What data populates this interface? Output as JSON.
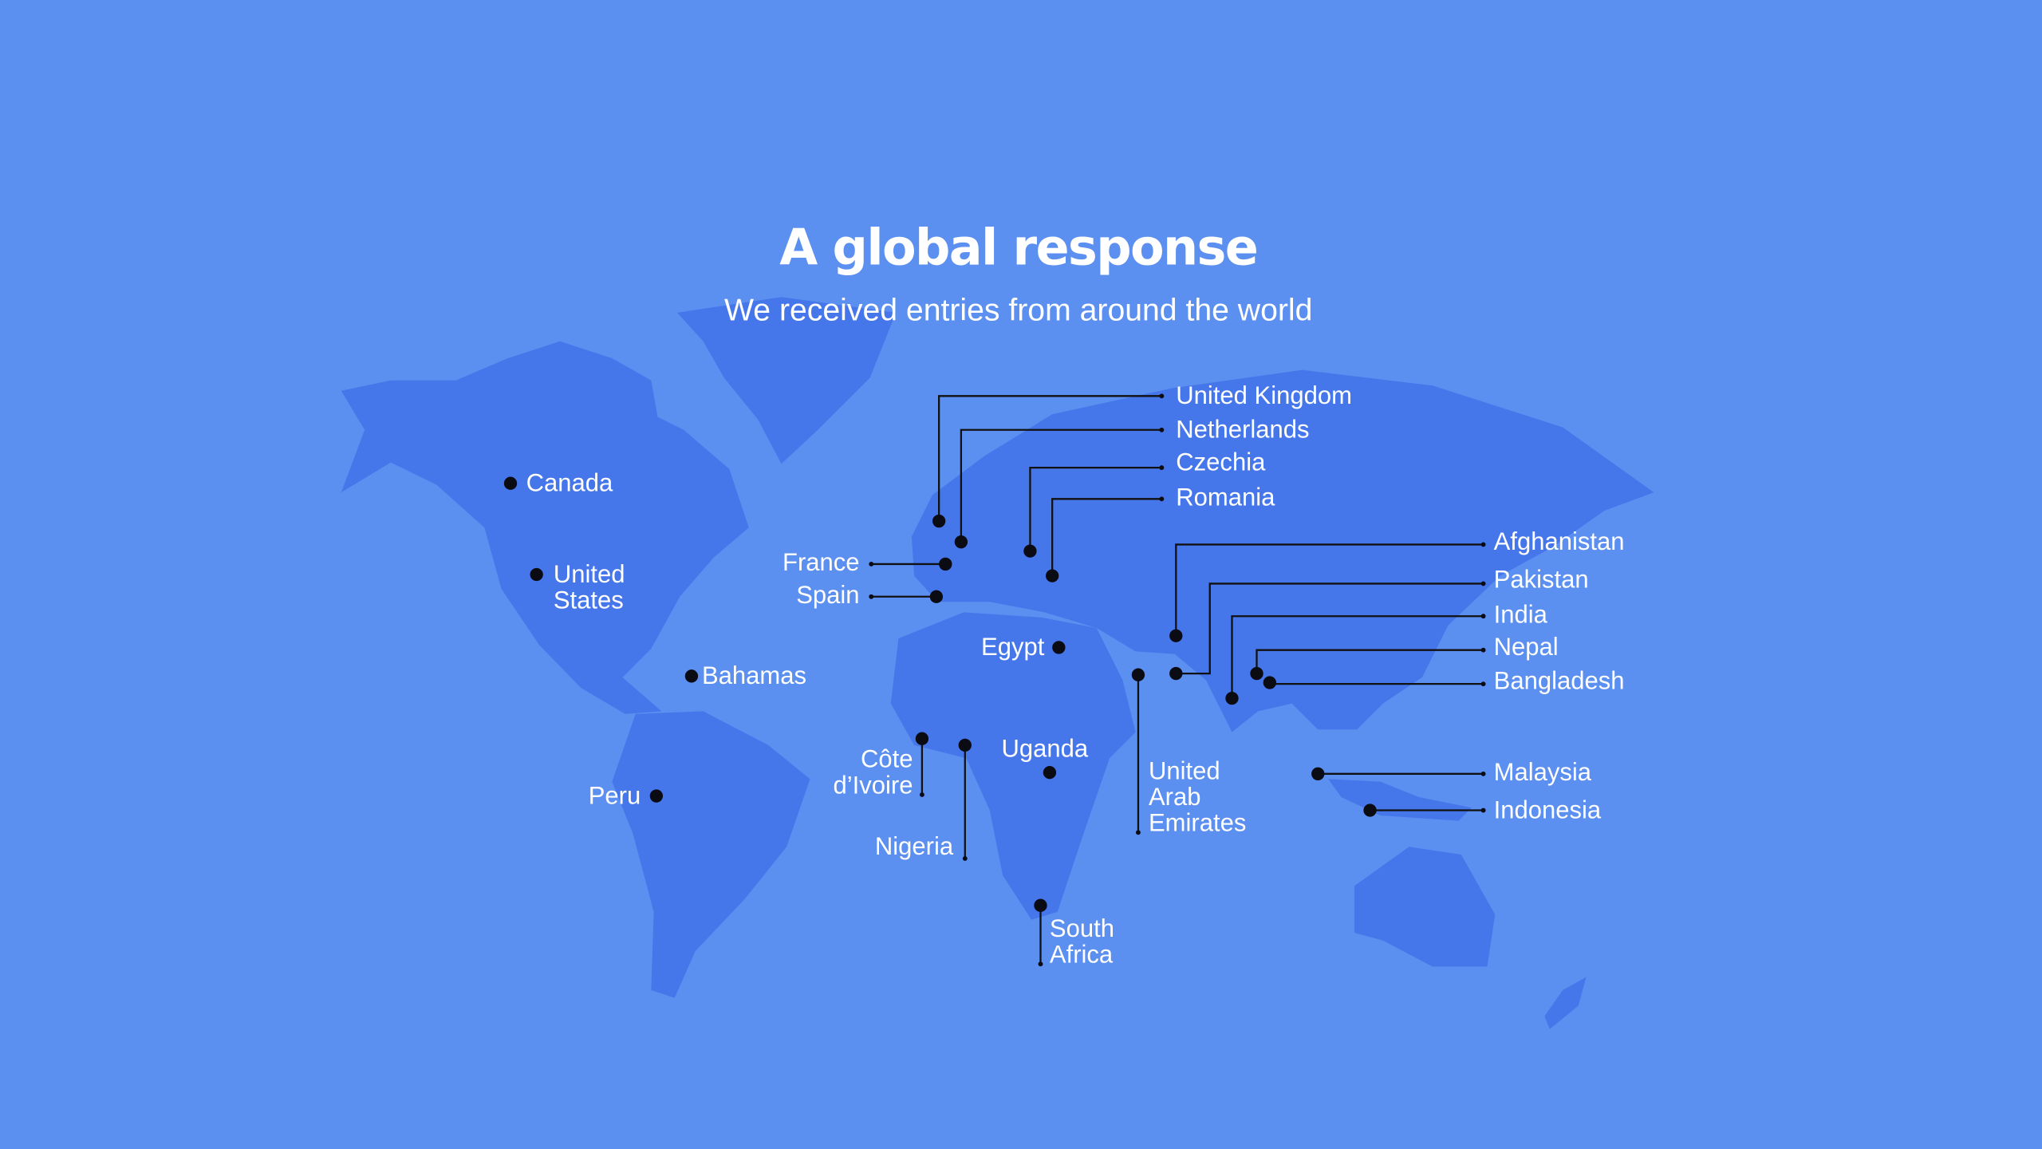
{
  "header": {
    "title": "A global response",
    "subtitle": "We received entries from around the world"
  },
  "colors": {
    "background": "#5b8ff0",
    "land": "#4677ea",
    "marker": "#0b0b14",
    "text": "#ffffff"
  },
  "markers": [
    {
      "lines": [
        "Canada"
      ]
    },
    {
      "lines": [
        "United",
        "States"
      ]
    },
    {
      "lines": [
        "Bahamas"
      ]
    },
    {
      "lines": [
        "Peru"
      ]
    },
    {
      "lines": [
        "France"
      ]
    },
    {
      "lines": [
        "Spain"
      ]
    },
    {
      "lines": [
        "United Kingdom"
      ]
    },
    {
      "lines": [
        "Netherlands"
      ]
    },
    {
      "lines": [
        "Czechia"
      ]
    },
    {
      "lines": [
        "Romania"
      ]
    },
    {
      "lines": [
        "Egypt"
      ]
    },
    {
      "lines": [
        "Côte",
        "d’Ivoire"
      ]
    },
    {
      "lines": [
        "Nigeria"
      ]
    },
    {
      "lines": [
        "Uganda"
      ]
    },
    {
      "lines": [
        "South",
        "Africa"
      ]
    },
    {
      "lines": [
        "United",
        "Arab",
        "Emirates"
      ]
    },
    {
      "lines": [
        "Afghanistan"
      ]
    },
    {
      "lines": [
        "Pakistan"
      ]
    },
    {
      "lines": [
        "India"
      ]
    },
    {
      "lines": [
        "Nepal"
      ]
    },
    {
      "lines": [
        "Bangladesh"
      ]
    },
    {
      "lines": [
        "Malaysia"
      ]
    },
    {
      "lines": [
        "Indonesia"
      ]
    }
  ]
}
